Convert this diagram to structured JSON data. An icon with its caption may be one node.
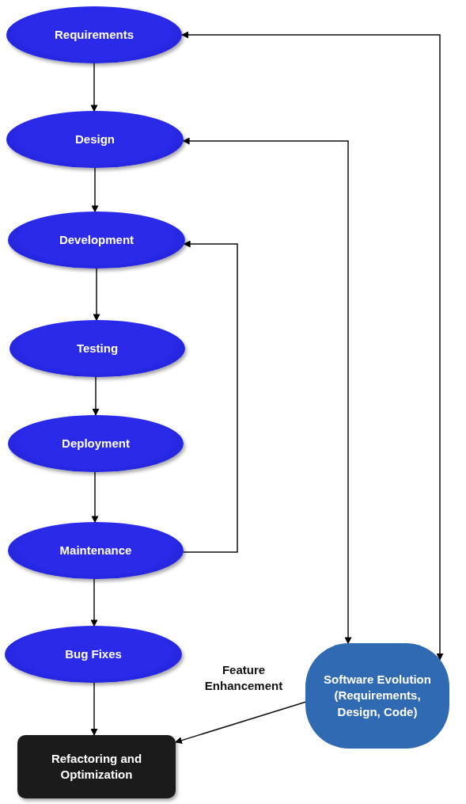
{
  "diagram": {
    "nodes": [
      {
        "text": [
          "Requirements"
        ]
      },
      {
        "text": [
          "Design"
        ]
      },
      {
        "text": [
          "Development"
        ]
      },
      {
        "text": [
          "Testing"
        ]
      },
      {
        "text": [
          "Deployment"
        ]
      },
      {
        "text": [
          "Maintenance"
        ]
      },
      {
        "text": [
          "Bug Fixes"
        ]
      },
      {
        "text": [
          "Refactoring and Optimization"
        ]
      },
      {
        "text": [
          "Software Evolution (Requirements, Design, Code)"
        ]
      }
    ],
    "edges": [
      {
        "from": 0,
        "to": 1,
        "arrow": "to"
      },
      {
        "from": 1,
        "to": 2,
        "arrow": "to"
      },
      {
        "from": 2,
        "to": 3,
        "arrow": "to"
      },
      {
        "from": 3,
        "to": 4,
        "arrow": "to"
      },
      {
        "from": 4,
        "to": 5,
        "arrow": "to"
      },
      {
        "from": 5,
        "to": 6,
        "arrow": "to"
      },
      {
        "from": 6,
        "to": 7,
        "arrow": "to"
      },
      {
        "from": 5,
        "to": 2,
        "arrow": "to"
      },
      {
        "from": 8,
        "to": 0,
        "arrow": "both"
      },
      {
        "from": 8,
        "to": 1,
        "arrow": "both"
      },
      {
        "from": 8,
        "to": 7,
        "arrow": "to",
        "label": "Feature Enhancement"
      }
    ]
  }
}
